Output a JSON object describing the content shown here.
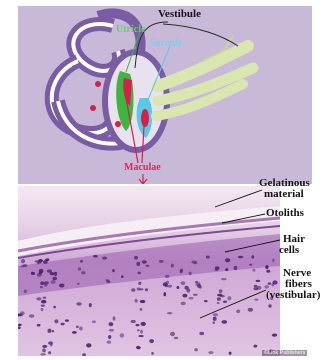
{
  "diagram": {
    "top_labels": {
      "vestibule": "Vestibule",
      "utricle": "Utricle",
      "saccule": "Saccule",
      "maculae": "Maculae"
    },
    "micrograph_labels": {
      "gelatinous_line1": "Gelatinous",
      "gelatinous_line2": "material",
      "otoliths": "Otoliths",
      "hair_line1": "Hair",
      "hair_line2": "cells",
      "nerve_line1": "Nerve",
      "nerve_line2": "fibers",
      "nerve_line3": "(vestibular)"
    },
    "credit": "©Link Publishers"
  },
  "colors": {
    "panel_background": "#c9b9d9",
    "canal_outer": "#7a5ca3",
    "canal_inner": "#ffffff",
    "utricle": "#3fb43f",
    "saccule": "#5ac8e6",
    "macula": "#d81e4a",
    "nerve": "#d9e6b0",
    "micrograph_base": "#d9b6dd",
    "nuclei": "#4a1f6b"
  }
}
